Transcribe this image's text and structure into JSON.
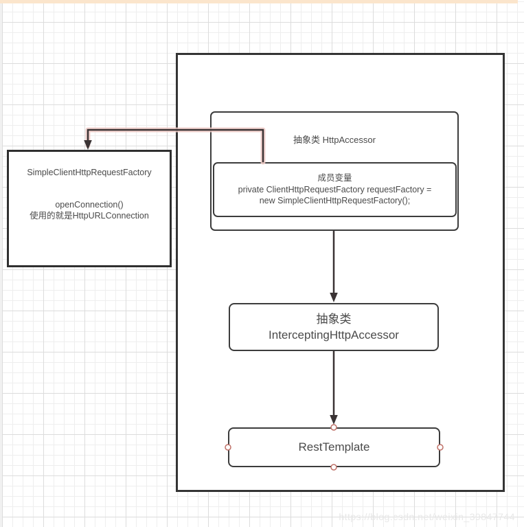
{
  "diagram": {
    "nodes": {
      "http_accessor": {
        "title": "抽象类 HttpAccessor"
      },
      "member_field": {
        "line1": "成员变量",
        "line2": "private ClientHttpRequestFactory requestFactory =",
        "line3": "new SimpleClientHttpRequestFactory();"
      },
      "simple_factory": {
        "title": "SimpleClientHttpRequestFactory",
        "line1": "openConnection()",
        "line2": "使用的就是HttpURLConnection"
      },
      "intercepting": {
        "line1": "抽象类",
        "line2": "InterceptingHttpAccessor"
      },
      "rest_template": {
        "title": "RestTemplate"
      }
    },
    "colors": {
      "accent_strip": "#fbe5cc",
      "node_border": "#3c3c3c",
      "container_border": "#343434",
      "text": "#4a4a4a",
      "connector": "#3a3334",
      "connector_glow": "#f0cbc7",
      "connection_point": "#bf7067",
      "watermark_text": "#e8e8e8",
      "grid_minor": "#eeeeee",
      "grid_major": "#dcdcdc"
    }
  },
  "page": {
    "watermark": "https://blog.csdn.net/weixin_39847744"
  }
}
